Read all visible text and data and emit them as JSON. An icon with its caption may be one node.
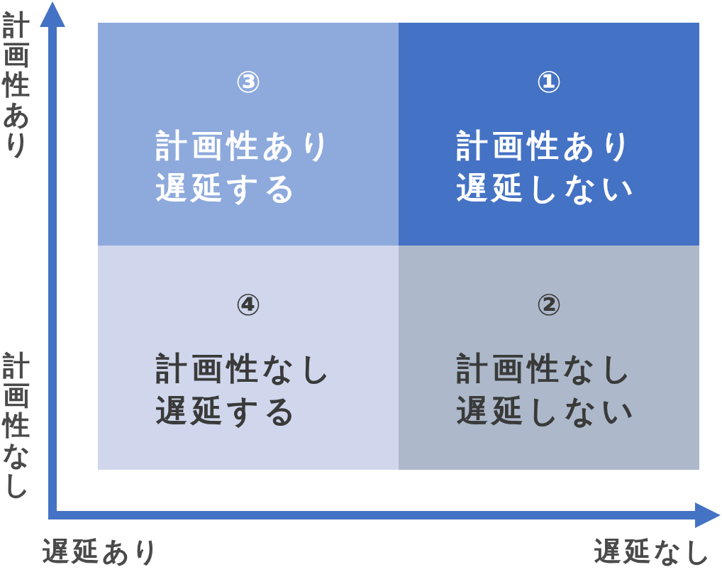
{
  "diagram": {
    "nodes": [
      {
        "text": [
          "③",
          "計画性あり遅延する"
        ]
      },
      {
        "text": [
          "①",
          "計画性あり遅延しない"
        ]
      },
      {
        "text": [
          "④",
          "計画性なし遅延する"
        ]
      },
      {
        "text": [
          "②",
          "計画性なし遅延しない"
        ]
      }
    ],
    "labels": [
      "計画性あり",
      "計画性なし",
      "遅延あり",
      "遅延なし"
    ]
  }
}
